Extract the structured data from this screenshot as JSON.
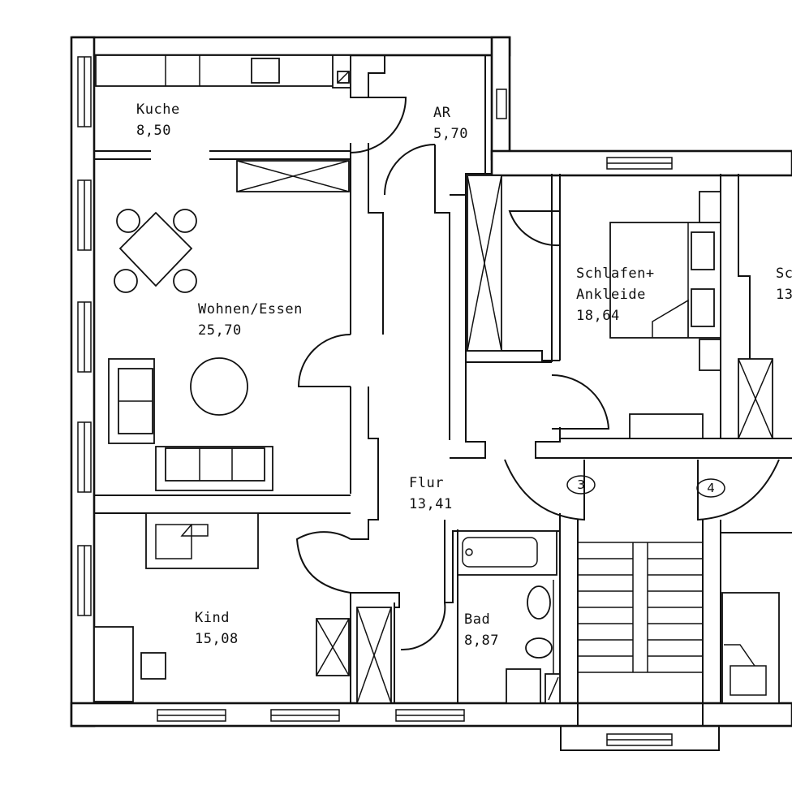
{
  "rooms": {
    "kuche": {
      "name": "Kuche",
      "area": "8,50"
    },
    "ar": {
      "name": "AR",
      "area": "5,70"
    },
    "wohnen": {
      "name": "Wohnen/Essen",
      "area": "25,70"
    },
    "schlafen": {
      "name_line1": "Schlafen+",
      "name_line2": "Ankleide",
      "area": "18,64"
    },
    "schlafen2": {
      "name": "Sc",
      "area": "13"
    },
    "flur": {
      "name": "Flur",
      "area": "13,41"
    },
    "kind": {
      "name": "Kind",
      "area": "15,08"
    },
    "bad": {
      "name": "Bad",
      "area": "8,87"
    }
  },
  "stairs": {
    "left_number": "3",
    "right_number": "4"
  }
}
